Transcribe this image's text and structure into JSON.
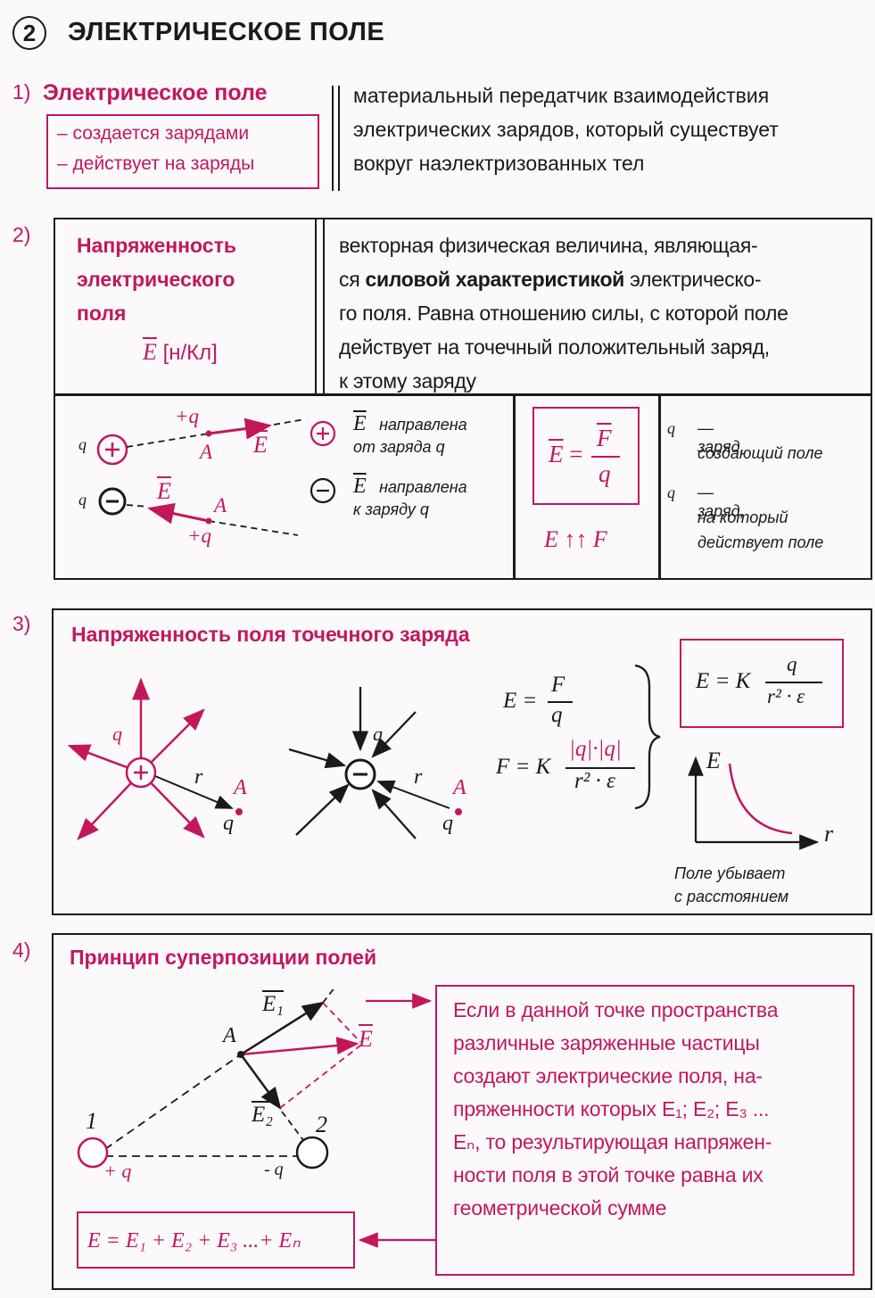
{
  "page": {
    "number": "2",
    "title": "ЭЛЕКТРИЧЕСКОЕ ПОЛЕ"
  },
  "s1": {
    "num": "1)",
    "title": "Электрическое поле",
    "props": [
      "– создается зарядами",
      "– действует на заряды"
    ],
    "definition": [
      "материальный передатчик взаимодействия",
      "электрических зарядов, который существует",
      "вокруг наэлектризованных тел"
    ]
  },
  "s2": {
    "num": "2)",
    "title": [
      "Напряженность",
      "электрического",
      "поля"
    ],
    "unit_symbol": "E",
    "unit": "[н/Кл]",
    "def_l1": "векторная физическая величина, являющая-",
    "def_l2a": "ся ",
    "def_l2b": "силовой характеристикой",
    "def_l2c": " электрическо-",
    "def_l3": "го поля. Равна отношению силы, с которой поле",
    "def_l4": "действует на точечный положительный заряд,",
    "def_l5": "к этому заряду",
    "diag": {
      "q": "q",
      "plus_q": "+q",
      "A": "A",
      "E": "E"
    },
    "dir_pos": [
      "направлена",
      "от заряда q"
    ],
    "dir_neg": [
      "направлена",
      "к заряду q"
    ],
    "formula": {
      "lhs": "E",
      "eq": "=",
      "num": "F",
      "den": "q"
    },
    "codir": "E ↑↑ F",
    "legend": [
      {
        "sym": "q",
        "text": [
          "— заряд,",
          "создающий  поле"
        ]
      },
      {
        "sym": "q",
        "text": [
          "— заряд,",
          "на  который",
          "действует  поле"
        ]
      }
    ]
  },
  "s3": {
    "num": "3)",
    "title": "Напряженность поля точечного заряда",
    "labels": {
      "q": "q",
      "r": "r",
      "A": "A"
    },
    "f1": {
      "lhs": "E =",
      "num": "F",
      "den": "q"
    },
    "f2": {
      "lhs": "F = K",
      "num": "|q|·|q|",
      "den": "r² · ε"
    },
    "f3": {
      "lhs": "E = K",
      "num": "q",
      "den": "r² · ε"
    },
    "graph": {
      "y": "E",
      "x": "r",
      "caption": [
        "Поле убывает",
        "с  расстоянием"
      ]
    }
  },
  "s4": {
    "num": "4)",
    "title": "Принцип суперпозиции полей",
    "labels": {
      "E1": "E₁",
      "E2": "E₂",
      "E": "E",
      "A": "A",
      "n1": "1",
      "n2": "2",
      "q1": "+ q",
      "q2": "- q"
    },
    "text": [
      "Если в данной точке пространства",
      "различные заряженные частицы",
      "создают электрические поля, на-",
      "пряженности которых E₁; E₂; E₃ ...",
      "Eₙ, то результирующая напряжен-",
      "ности поля в этой точке равна их",
      "геометрической сумме"
    ],
    "sum": "E = E₁ + E₂ + E₃ ...+ Eₙ"
  },
  "colors": {
    "accent": "#c2185b",
    "ink": "#1a1a1a"
  }
}
